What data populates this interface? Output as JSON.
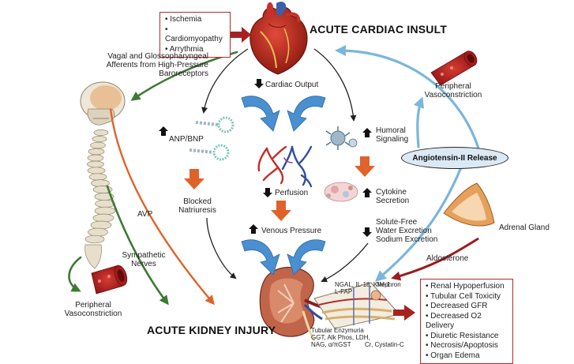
{
  "top_left_box": {
    "items": [
      "Ischemia",
      "Cardiomyopathy",
      "Arrythmia"
    ]
  },
  "title_acute_cardiac_insult": "ACUTE CARDIAC INSULT",
  "title_acute_kidney_injury": "ACUTE KIDNEY INJURY",
  "vagal_label": [
    "Vagal and Glossopharyngeal",
    "Afferents from High-Pressure",
    "Baroreceptors"
  ],
  "cardiac_output": "Cardiac Output",
  "anp_bnp": "ANP/BNP",
  "blocked_natriuresis": [
    "Blocked",
    "Natriuresis"
  ],
  "perfusion": "Perfusion",
  "venous_pressure": "Venous Pressure",
  "humoral_signaling": [
    "Humoral",
    "Signaling"
  ],
  "cytokine_secretion": [
    "Cytokine",
    "Secretion"
  ],
  "solute_free": [
    "Solute-Free",
    "Water Excretion",
    "Sodium Excretion"
  ],
  "peripheral_vaso_top": [
    "Peripheral",
    "Vasoconstriction"
  ],
  "peripheral_vaso_bottom": [
    "Peripheral",
    "Vasoconstriction"
  ],
  "angiotensin": "Angiotensin-II Release",
  "adrenal_gland": "Adrenal Gland",
  "aldosterone": "Aldosterone",
  "avp": "AVP",
  "sympathetic_nerves": [
    "Sympathetic",
    "Nerves"
  ],
  "biomarkers_top": [
    "NGAL, IL-18, KIM-1",
    "L-FAP"
  ],
  "nephron": "Nephron",
  "tubular_enzymuria": [
    "Tubular Enzymuria",
    "GGT, Alk Phos, LDH,",
    "NAG, α/πGST"
  ],
  "cystatin": "Cr, Cystatin-C",
  "outcome_box": {
    "items": [
      "Renal Hypoperfusion",
      "Tubular Cell Toxicity",
      "Decreased GFR",
      "Decreased O2 Delivery",
      "Diuretic Resistance",
      "Necrosis/Apoptosis",
      "Organ Edema"
    ]
  },
  "colors": {
    "red_arrow": "#a82121",
    "orange": "#e0622a",
    "green": "#3d7a34",
    "light_blue": "#7bb6dc",
    "blue_curve": "#3f86c6"
  }
}
